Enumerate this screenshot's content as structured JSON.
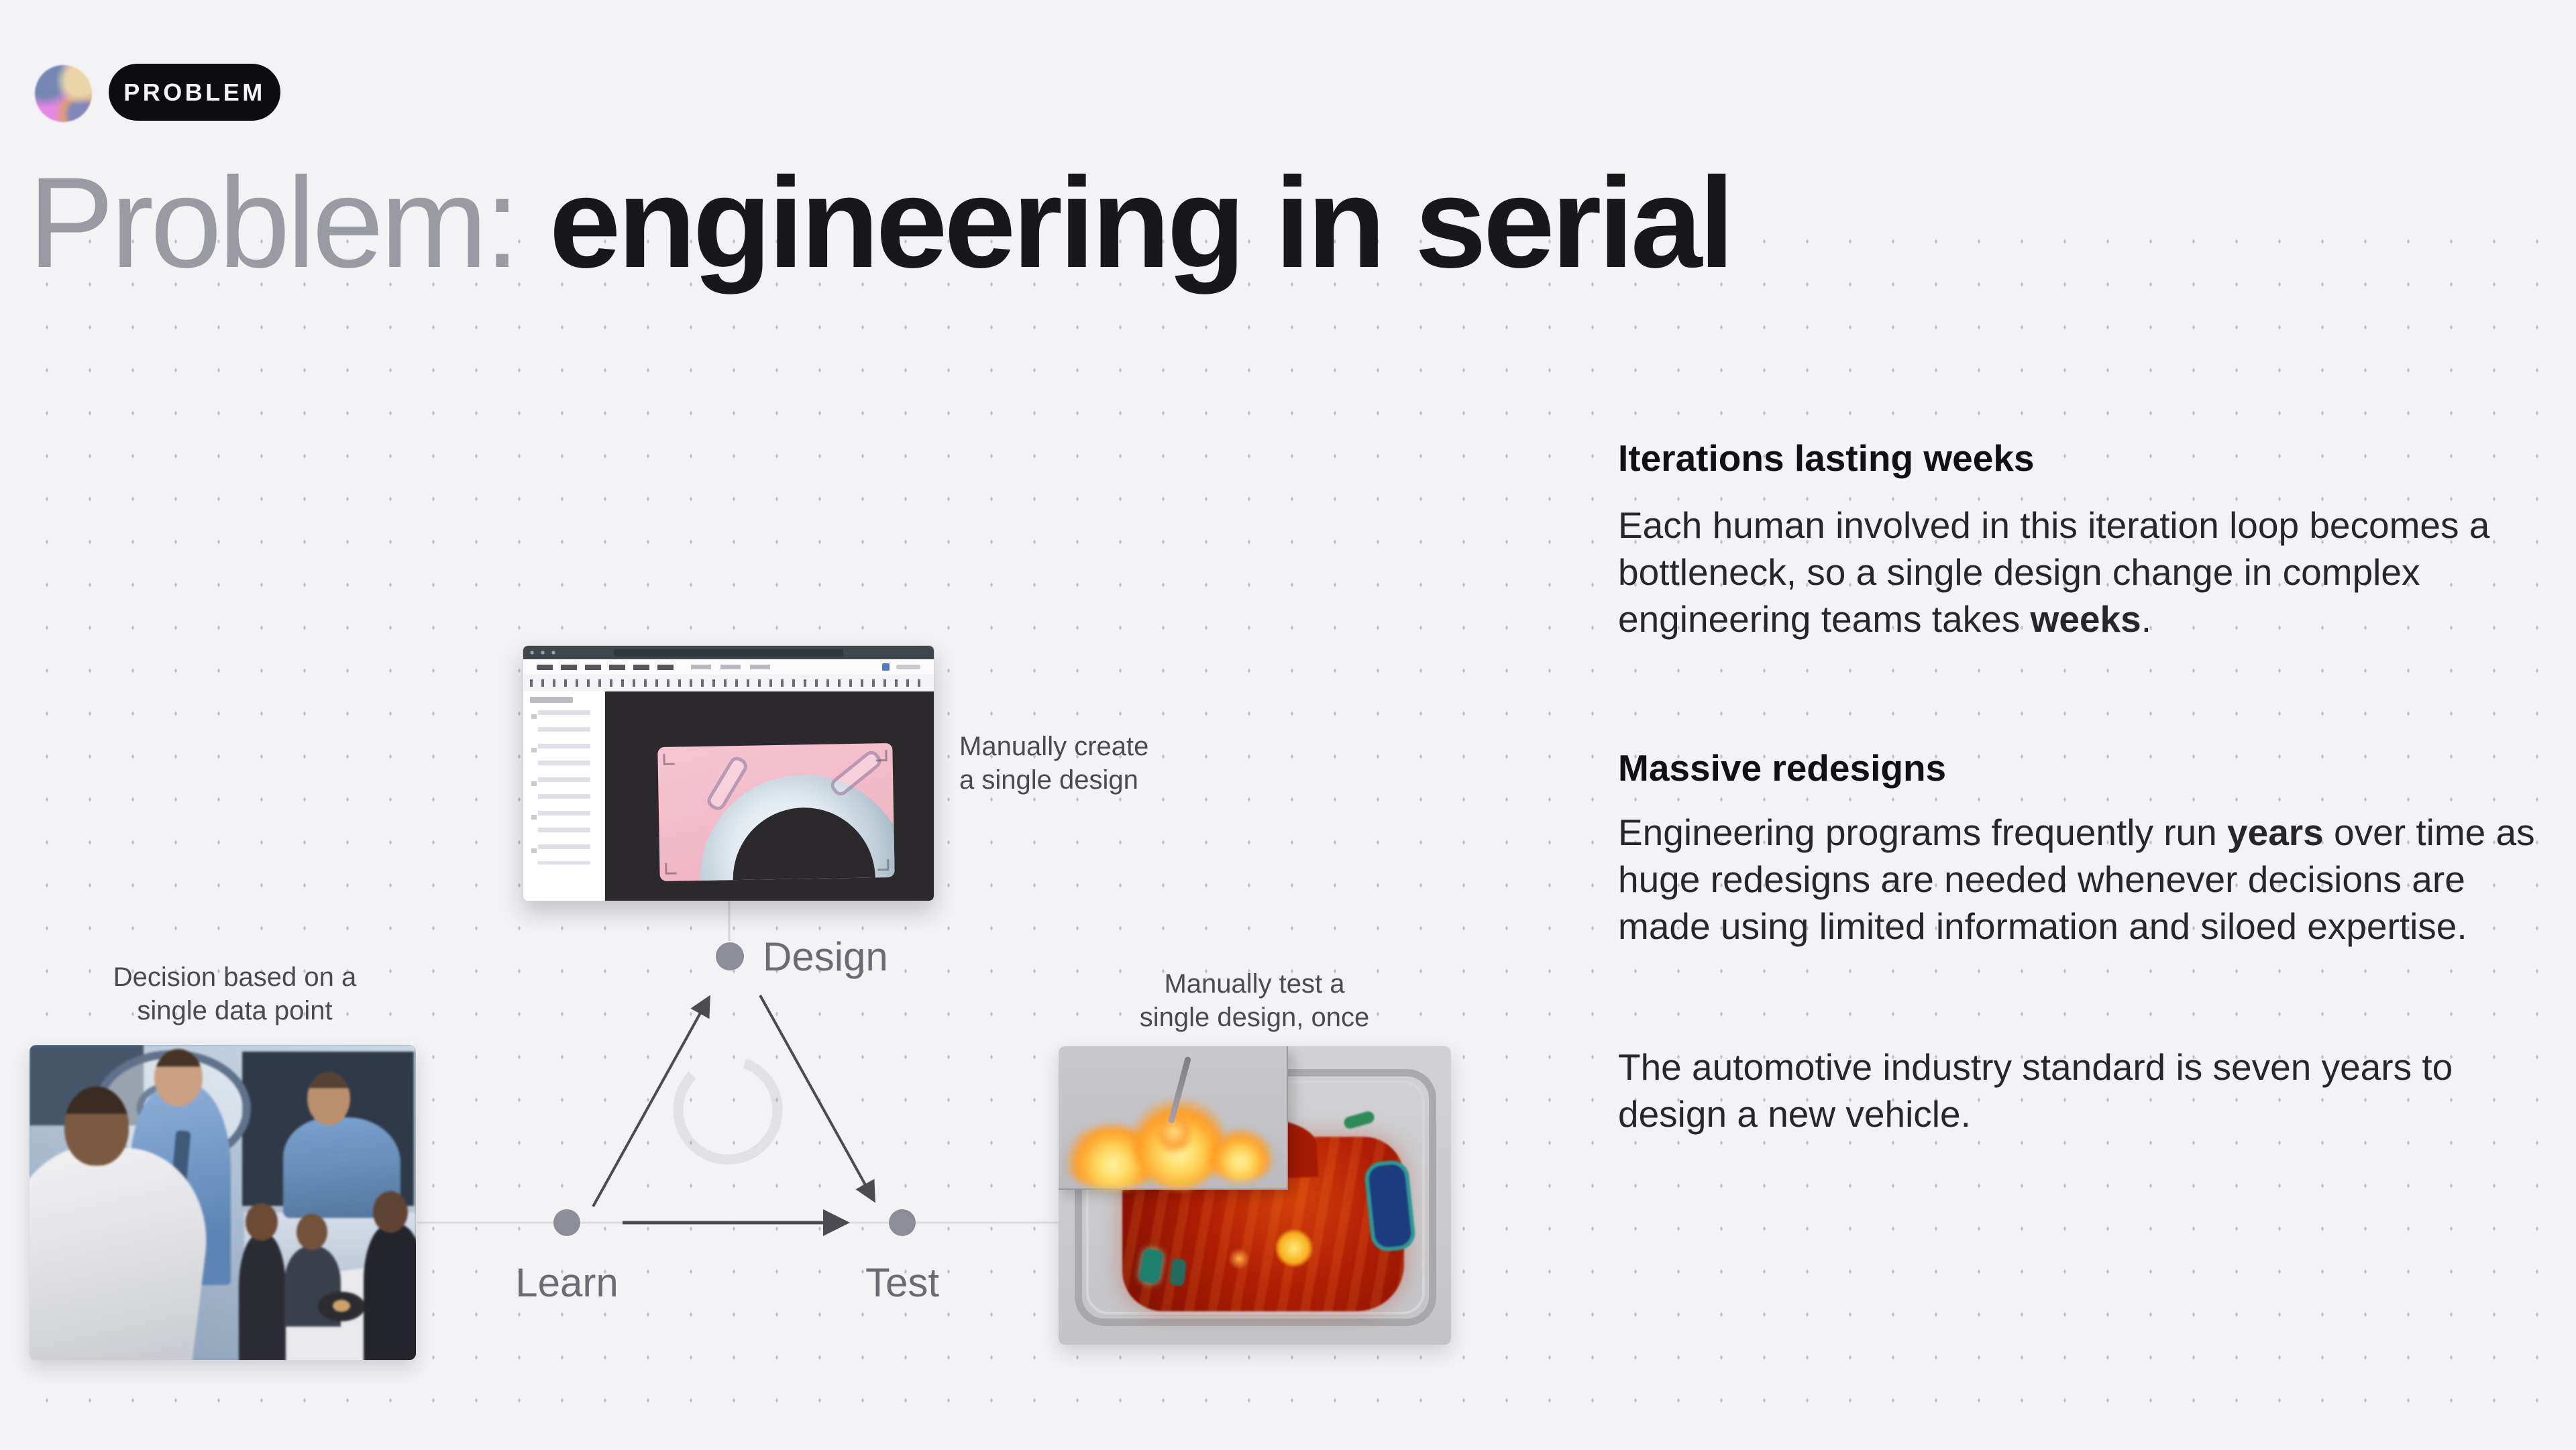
{
  "slide": {
    "background_color": "#f3f3f5",
    "dot_grid_color": "#8a8a93"
  },
  "header": {
    "badge_label": "PROBLEM",
    "badge_bg": "#0d0d10",
    "logo_colors": [
      "#6f87b0",
      "#e18ae0",
      "#ead9a8",
      "#d8a06a"
    ]
  },
  "title": {
    "muted": "Problem:",
    "main": "engineering in serial",
    "muted_color": "#9a9aa3",
    "main_color": "#18181b"
  },
  "diagram": {
    "nodes": [
      {
        "label": "Learn"
      },
      {
        "label": "Design"
      },
      {
        "label": "Test"
      }
    ],
    "captions": {
      "design": [
        "Manually create",
        "a single design"
      ],
      "learn": [
        "Decision based on a",
        "single data point"
      ],
      "test": [
        "Manually test a",
        "single design, once"
      ]
    },
    "node_color": "#8d8d99",
    "arrow_color": "#4b4c52",
    "connector_color": "#dcdce1",
    "images": {
      "learn": "photo-of-engineers-meeting",
      "design": "cad-application-screenshot-pink-fender-part",
      "test": "thermal-crash-test-simulation-with-rocket-fire-inset"
    }
  },
  "panel": {
    "sections": [
      {
        "heading": "Iterations lasting weeks",
        "paragraphs": [
          [
            {
              "t": "Each human involved in this iteration loop becomes a bottleneck, so a single design change in complex engineering teams takes "
            },
            {
              "t": "weeks",
              "b": true
            },
            {
              "t": "."
            }
          ]
        ]
      },
      {
        "heading": "Massive redesigns",
        "paragraphs": [
          [
            {
              "t": "Engineering programs frequently run "
            },
            {
              "t": "years",
              "b": true
            },
            {
              "t": " over time as huge redesigns are needed whenever decisions are made using limited information and siloed expertise."
            }
          ],
          [
            {
              "t": "The automotive industry standard is seven years to design a new vehicle."
            }
          ]
        ]
      }
    ]
  }
}
